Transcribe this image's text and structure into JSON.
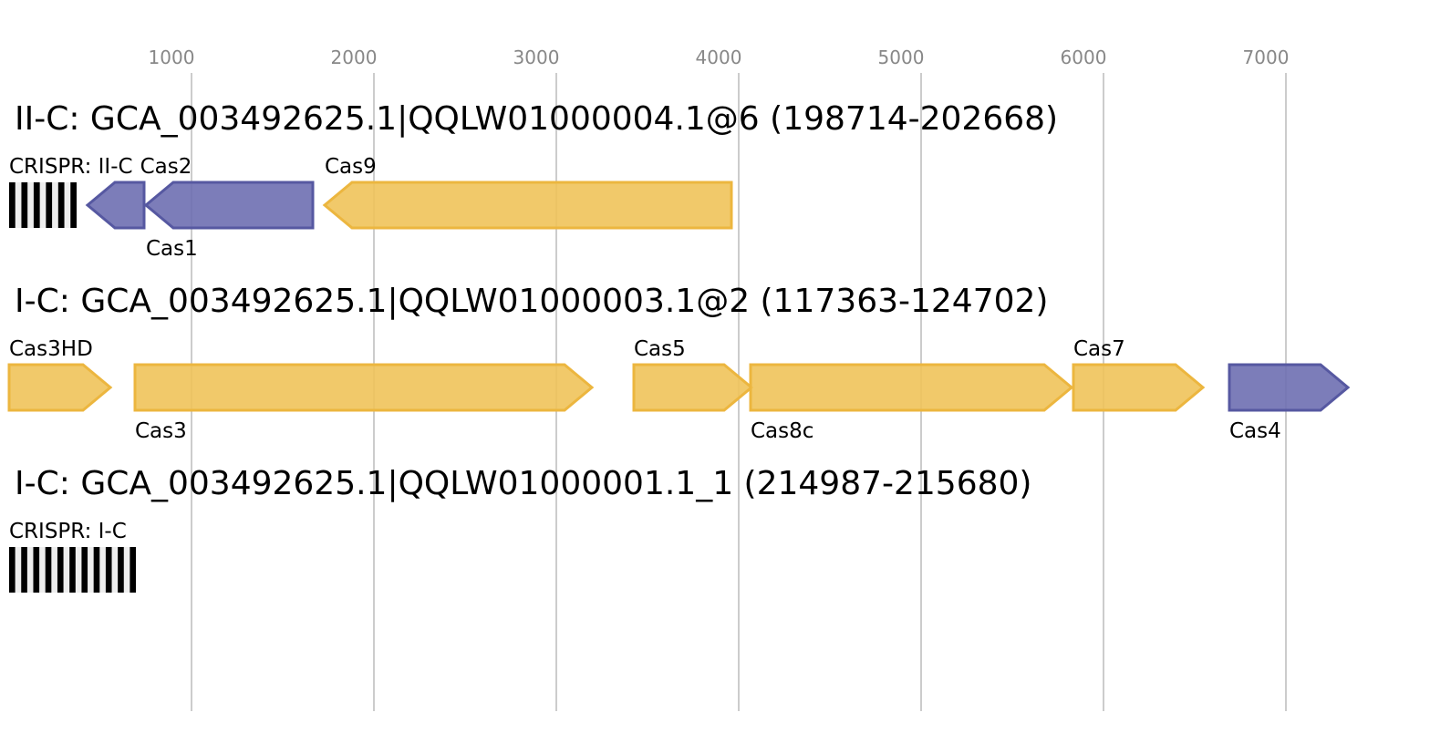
{
  "axis": {
    "ticks": [
      1000,
      2000,
      3000,
      4000,
      5000,
      6000,
      7000
    ],
    "tick_color": "#888888",
    "grid_color": "#bbbbbb"
  },
  "colors": {
    "yellow_fill": "#f0c35a",
    "yellow_stroke": "#ecb63f",
    "blue_fill": "#6e6fb1",
    "blue_stroke": "#5658a1"
  },
  "loci": [
    {
      "title": "II-C: GCA_003492625.1|QQLW01000004.1@6 (198714-202668)",
      "crispr": {
        "label": "CRISPR: II-C",
        "start": 0,
        "end": 370,
        "repeats": 6
      },
      "genes": [
        {
          "name": "Cas2",
          "start": 430,
          "end": 740,
          "strand": "-",
          "color": "blue",
          "label_pos": "above"
        },
        {
          "name": "Cas1",
          "start": 750,
          "end": 1665,
          "strand": "-",
          "color": "blue",
          "label_pos": "below"
        },
        {
          "name": "Cas9",
          "start": 1730,
          "end": 3960,
          "strand": "-",
          "color": "yellow",
          "label_pos": "above"
        }
      ]
    },
    {
      "title": "I-C: GCA_003492625.1|QQLW01000003.1@2 (117363-124702)",
      "crispr": null,
      "genes": [
        {
          "name": "Cas3HD",
          "start": 0,
          "end": 555,
          "strand": "+",
          "color": "yellow",
          "label_pos": "above"
        },
        {
          "name": "Cas3",
          "start": 690,
          "end": 3195,
          "strand": "+",
          "color": "yellow",
          "label_pos": "below"
        },
        {
          "name": "Cas5",
          "start": 3425,
          "end": 4070,
          "strand": "+",
          "color": "yellow",
          "label_pos": "above"
        },
        {
          "name": "Cas8c",
          "start": 4065,
          "end": 5825,
          "strand": "+",
          "color": "yellow",
          "label_pos": "below"
        },
        {
          "name": "Cas7",
          "start": 5835,
          "end": 6545,
          "strand": "+",
          "color": "yellow",
          "label_pos": "above"
        },
        {
          "name": "Cas4",
          "start": 6690,
          "end": 7340,
          "strand": "+",
          "color": "blue",
          "label_pos": "below"
        }
      ]
    },
    {
      "title": "I-C: GCA_003492625.1|QQLW01000001.1_1 (214987-215680)",
      "crispr": {
        "label": "CRISPR: I-C",
        "start": 0,
        "end": 695,
        "repeats": 11
      },
      "genes": []
    }
  ]
}
